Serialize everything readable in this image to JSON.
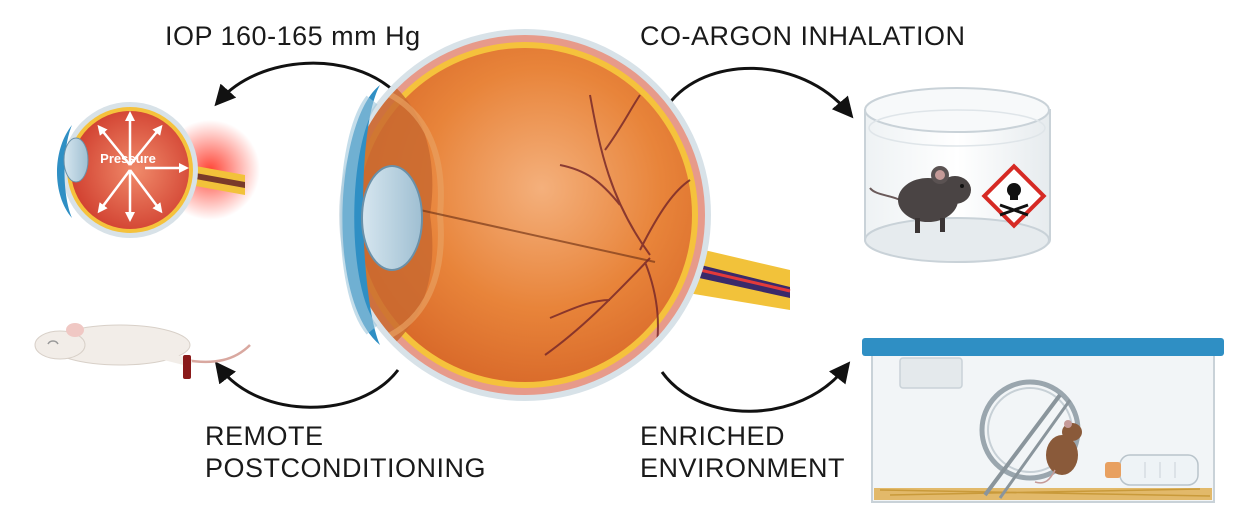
{
  "labels": {
    "iop": "IOP 160-165 mm Hg",
    "co_argon": "CO-ARGON INHALATION",
    "remote_line1": "REMOTE",
    "remote_line2": "POSTCONDITIONING",
    "enriched_line1": "ENRICHED",
    "enriched_line2": "ENVIRONMENT"
  },
  "small_eye": {
    "pressure_label": "Pressure"
  },
  "colors": {
    "eye_orange": "#e8843a",
    "eye_pink": "#e0716a",
    "small_eye_red": "#dc4a38",
    "cornea_blue": "#8fb7cf",
    "optic_nerve_yellow": "#f2c23a",
    "lid_blue": "#2f8fc4",
    "hazard_red": "#d62a24",
    "mouse_dark": "#4a4444",
    "mouse_brown": "#8a5a3a",
    "rat_white": "#f2ede8"
  },
  "icons": [
    "curved-arrow-icon",
    "hazard-pictogram-icon",
    "tourniquet-icon"
  ]
}
